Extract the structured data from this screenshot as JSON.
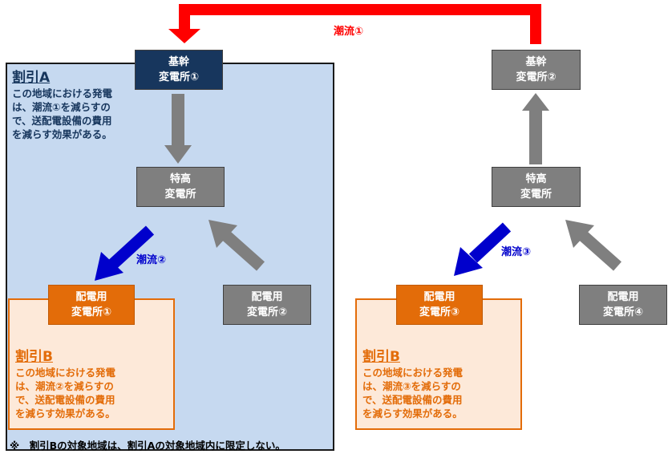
{
  "region_a": {
    "title": "割引A",
    "body": [
      "この地域における発電",
      "は、潮流①を減らすの",
      "で、送配電設備の費用",
      "を減らす効果がある。"
    ]
  },
  "region_b1": {
    "title": "割引B",
    "body": [
      "この地域における発電",
      "は、潮流②を減らすの",
      "で、送配電設備の費用",
      "を減らす効果がある。"
    ]
  },
  "region_b2": {
    "title": "割引B",
    "body": [
      "この地域における発電",
      "は、潮流③を減らすの",
      "で、送配電設備の費用",
      "を減らす効果がある。"
    ]
  },
  "nodes": {
    "trunk1": [
      "基幹",
      "変電所①"
    ],
    "trunk2": [
      "基幹",
      "変電所②"
    ],
    "special1": [
      "特高",
      "変電所"
    ],
    "special2": [
      "特高",
      "変電所"
    ],
    "dist1": [
      "配電用",
      "変電所①"
    ],
    "dist2": [
      "配電用",
      "変電所②"
    ],
    "dist3": [
      "配電用",
      "変電所③"
    ],
    "dist4": [
      "配電用",
      "変電所④"
    ]
  },
  "flows": {
    "flow1": "潮流①",
    "flow2": "潮流②",
    "flow3": "潮流③"
  },
  "footnote": "※　割引Bの対象地域は、割引Aの対象地域内に限定しない。",
  "colors": {
    "flow1": "#ff0000",
    "flow2": "#0000cc",
    "flow3": "#0000cc",
    "arrow_gray": "#7f7f7f"
  }
}
